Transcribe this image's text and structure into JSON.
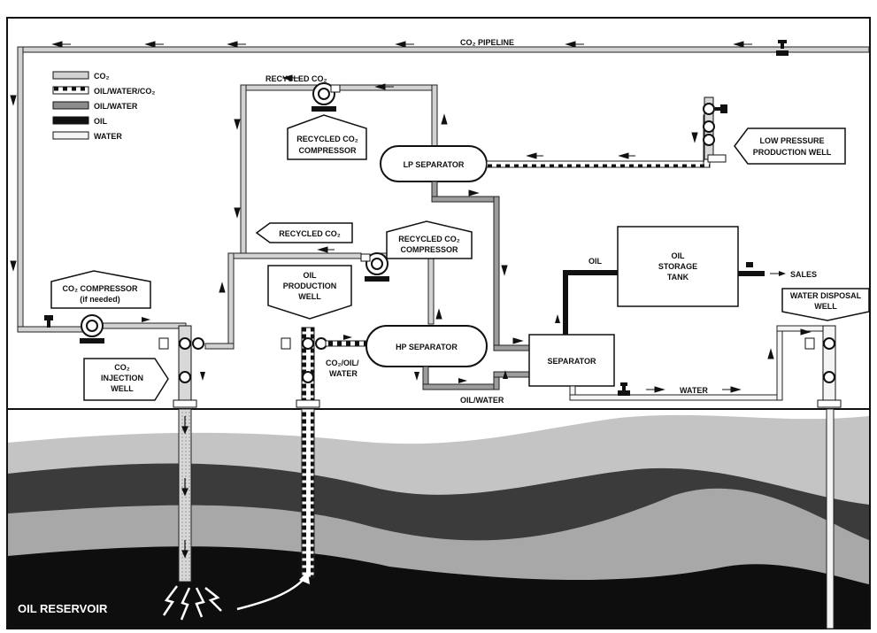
{
  "legend": [
    {
      "label": "CO₂",
      "swatch": "co2"
    },
    {
      "label": "OIL/WATER/CO₂",
      "swatch": "owc"
    },
    {
      "label": "OIL/WATER",
      "swatch": "ow"
    },
    {
      "label": "OIL",
      "swatch": "oil"
    },
    {
      "label": "WATER",
      "swatch": "water"
    }
  ],
  "labels": {
    "co2_pipeline": "CO₂ PIPELINE",
    "recycled_co2_top": "RECYCLED CO₂",
    "recycled_compressor_top": [
      "RECYCLED CO₂",
      "COMPRESSOR"
    ],
    "lp_separator": "LP SEPARATOR",
    "low_pressure_well": [
      "LOW PRESSURE",
      "PRODUCTION WELL"
    ],
    "recycled_co2_mid": "RECYCLED CO₂",
    "recycled_compressor_mid": [
      "RECYCLED CO₂",
      "COMPRESSOR"
    ],
    "oil_storage_tank": [
      "OIL",
      "STORAGE",
      "TANK"
    ],
    "oil": "OIL",
    "sales": "SALES",
    "co2_compressor": [
      "CO₂ COMPRESSOR",
      "(if needed)"
    ],
    "oil_production_well": [
      "OIL",
      "PRODUCTION",
      "WELL"
    ],
    "water_disposal_well": [
      "WATER DISPOSAL",
      "WELL"
    ],
    "hp_separator": "HP SEPARATOR",
    "separator": "SEPARATOR",
    "co2_injection_well": [
      "CO₂",
      "INJECTION",
      "WELL"
    ],
    "co2_oil_water": [
      "CO₂/OIL/",
      "WATER"
    ],
    "oil_water": "OIL/WATER",
    "water": "WATER",
    "oil_reservoir": "OIL RESERVOIR"
  },
  "colors": {
    "co2_pipe": "#cfcfcf",
    "pipe_outline": "#222222",
    "oil": "#111111",
    "layer_light": "#c9c9c9",
    "layer_dark": "#3a3a3a",
    "layer_mid": "#9a9a9a",
    "reservoir": "#0d0d0d"
  }
}
